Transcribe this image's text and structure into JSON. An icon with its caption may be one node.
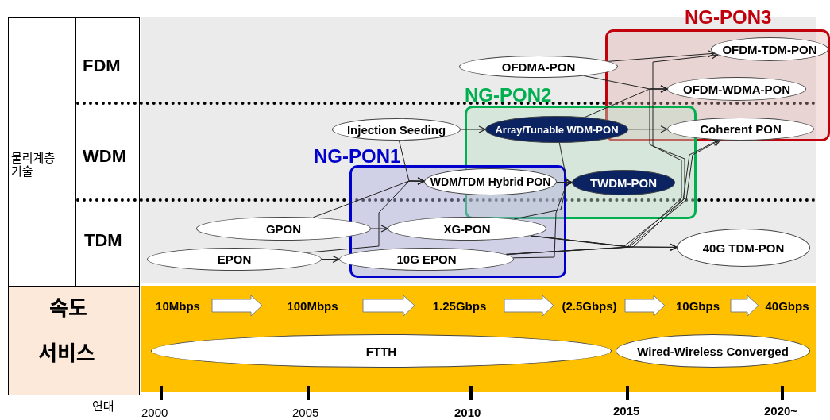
{
  "diagram": {
    "nodes": [
      {
        "text": [
          "NG-PON3"
        ]
      },
      {
        "text": [
          "OFDMA-PON"
        ]
      },
      {
        "text": [
          "OFDM-TDM-PON"
        ],
        "in": 0
      },
      {
        "text": [
          "OFDM-WDMA-PON"
        ],
        "in": 0
      },
      {
        "text": [
          "NG-PON2"
        ]
      },
      {
        "text": [
          "Injection Seeding"
        ]
      },
      {
        "text": [
          "Array/Tunable WDM-PON"
        ],
        "in": 4
      },
      {
        "text": [
          "Coherent PON"
        ],
        "in": 0
      },
      {
        "text": [
          "NG-PON1"
        ]
      },
      {
        "text": [
          "WDM/TDM Hybrid PON"
        ],
        "in": 8
      },
      {
        "text": [
          "TWDM-PON"
        ],
        "in": 4
      },
      {
        "text": [
          "GPON"
        ]
      },
      {
        "text": [
          "XG-PON"
        ],
        "in": 8
      },
      {
        "text": [
          "EPON"
        ]
      },
      {
        "text": [
          "10G EPON"
        ],
        "in": 8
      },
      {
        "text": [
          "40G TDM-PON"
        ]
      },
      {
        "text": [
          "10Mbps"
        ]
      },
      {
        "text": [
          "100Mbps"
        ]
      },
      {
        "text": [
          "1.25Gbps"
        ]
      },
      {
        "text": [
          "(2.5Gbps)"
        ]
      },
      {
        "text": [
          "10Gbps"
        ]
      },
      {
        "text": [
          "40Gbps"
        ]
      },
      {
        "text": [
          "FTTH"
        ]
      },
      {
        "text": [
          "Wired-Wireless Converged"
        ]
      }
    ],
    "edges": [
      {
        "from": 1,
        "to": 2,
        "arrow": "to"
      },
      {
        "from": 1,
        "to": 3,
        "arrow": "to"
      },
      {
        "from": 6,
        "to": 3,
        "arrow": "to"
      },
      {
        "from": 5,
        "to": 6,
        "arrow": "to"
      },
      {
        "from": 6,
        "to": 7,
        "arrow": "to"
      },
      {
        "from": 5,
        "to": 9,
        "arrow": "to"
      },
      {
        "from": 11,
        "to": 9,
        "arrow": "to"
      },
      {
        "from": 13,
        "to": 9,
        "arrow": "to"
      },
      {
        "from": 9,
        "to": 10,
        "arrow": "to"
      },
      {
        "from": 6,
        "to": 10,
        "arrow": "to"
      },
      {
        "from": 12,
        "to": 10,
        "arrow": "to"
      },
      {
        "from": 14,
        "to": 10,
        "arrow": "to"
      },
      {
        "from": 11,
        "to": 12,
        "arrow": "to"
      },
      {
        "from": 13,
        "to": 14,
        "arrow": "to"
      },
      {
        "from": 12,
        "to": 15,
        "arrow": "to"
      },
      {
        "from": 14,
        "to": 15,
        "arrow": "to"
      },
      {
        "from": 12,
        "to": 7,
        "arrow": "to"
      },
      {
        "from": 14,
        "to": 7,
        "arrow": "to"
      },
      {
        "from": 14,
        "to": 2,
        "arrow": "to"
      },
      {
        "from": 12,
        "to": 3,
        "arrow": "to"
      },
      {
        "from": 16,
        "to": 17,
        "arrow": "to"
      },
      {
        "from": 17,
        "to": 18,
        "arrow": "to"
      },
      {
        "from": 18,
        "to": 19,
        "arrow": "to"
      },
      {
        "from": 19,
        "to": 20,
        "arrow": "to"
      },
      {
        "from": 20,
        "to": 21,
        "arrow": "to"
      }
    ],
    "labels": [
      "FDM",
      "물리계층 기술",
      "WDM",
      "TDM",
      "속도",
      "서비스",
      "연대",
      "2000",
      "2005",
      "2010",
      "2015",
      "2020~"
    ]
  }
}
